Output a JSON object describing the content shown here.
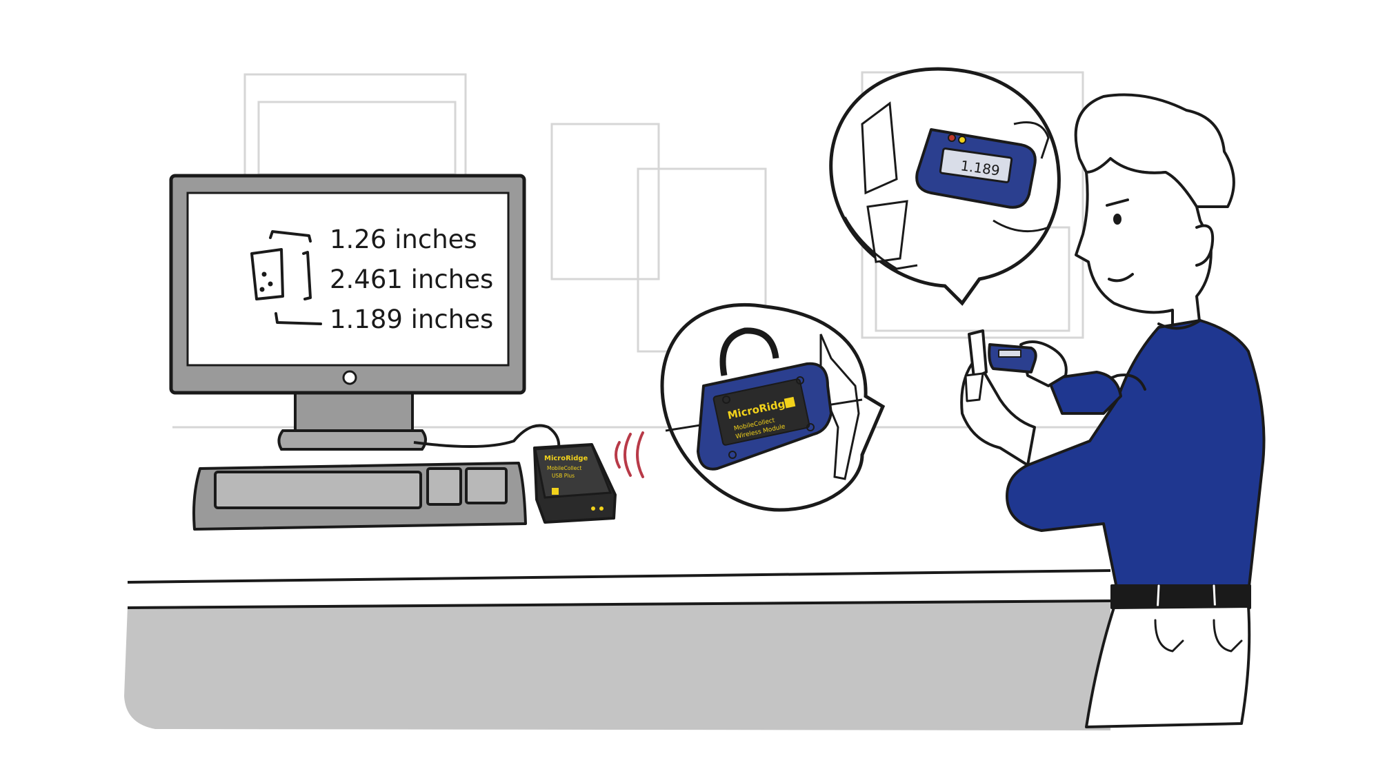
{
  "screen": {
    "measurements": [
      "1.26 inches",
      "2.461 inches",
      "1.189 inches"
    ]
  },
  "caliper_readout": "1.189",
  "mobile_module": {
    "brand": "MicroRidge",
    "line1": "MobileCollect",
    "line2": "Wireless Module"
  },
  "receiver": {
    "brand": "MicroRidge",
    "line1": "MobileCollect",
    "line2": "USB Plus"
  },
  "colors": {
    "ink": "#1a1a1a",
    "device_blue": "#2b3f8f",
    "shirt_blue": "#1f3790",
    "logo_yellow": "#f2d21b",
    "monitor_gray": "#9a9a9a",
    "counter_gray": "#c4c4c4",
    "signal_red": "#b83a48"
  }
}
